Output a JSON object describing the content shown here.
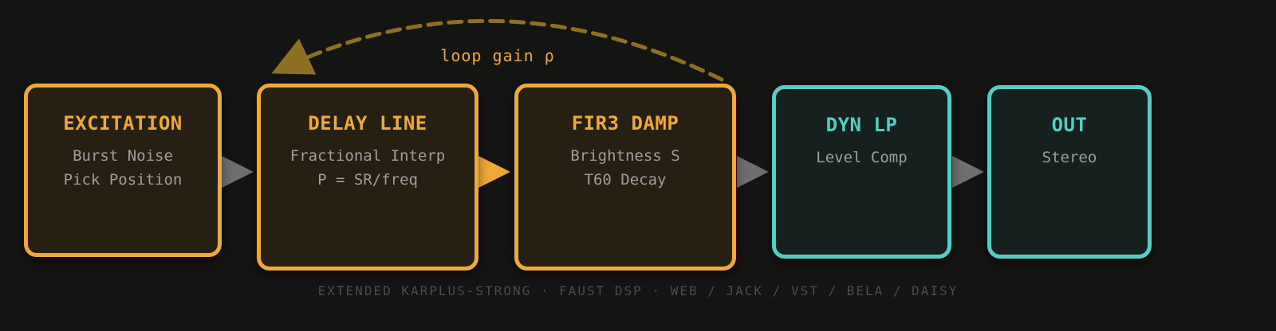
{
  "colors": {
    "background": "#141413",
    "orange_accent": "#f0a838",
    "orange_box_fill": "#261f12",
    "teal_accent": "#56cec5",
    "teal_box_fill": "#16211f",
    "body_text": "#9e9e9e",
    "footer_text": "#4d4d4d",
    "arrow_gray": "#6f6f6f",
    "feedback_arc": "#8f6f26"
  },
  "nodes": [
    {
      "title": "EXCITATION",
      "lines": [
        "Burst Noise",
        "Pick Position"
      ]
    },
    {
      "title": "DELAY LINE",
      "lines": [
        "Fractional Interp",
        "P = SR/freq"
      ]
    },
    {
      "title": "FIR3 DAMP",
      "lines": [
        "Brightness S",
        "T60 Decay"
      ]
    },
    {
      "title": "DYN LP",
      "lines": [
        "Level Comp"
      ]
    },
    {
      "title": "OUT",
      "lines": [
        "Stereo"
      ]
    }
  ],
  "feedback": {
    "label": "loop gain ρ"
  },
  "footer": {
    "text": "EXTENDED KARPLUS-STRONG · FAUST DSP · WEB / JACK / VST / BELA / DAISY"
  }
}
